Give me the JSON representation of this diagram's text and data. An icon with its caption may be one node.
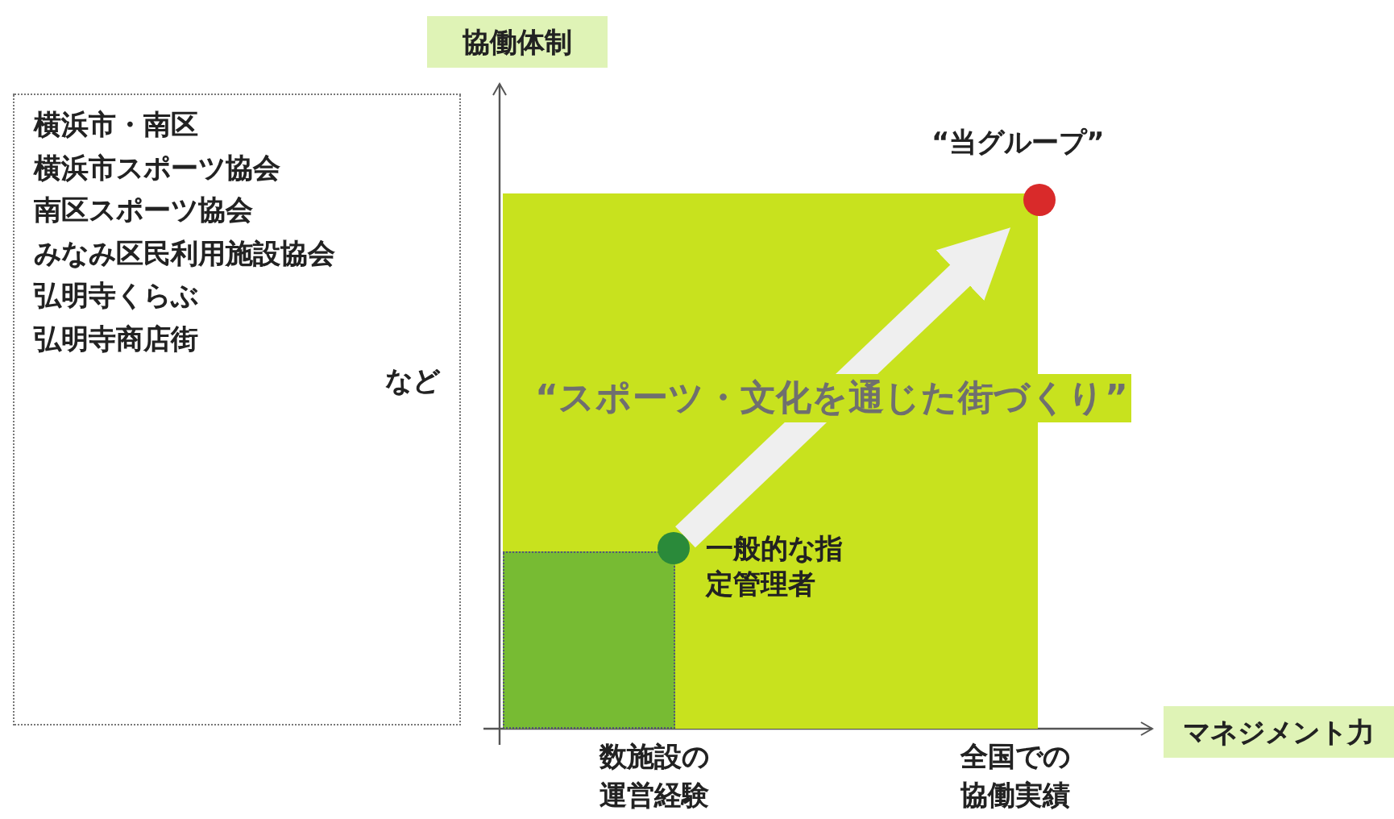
{
  "diagram": {
    "nodes": [
      {
        "text": [
          "横浜市・南区",
          "横浜市スポーツ協会",
          "南区スポーツ協会",
          "みなみ区民利用施設協会",
          "弘明寺くらぶ",
          "弘明寺商店街",
          "など"
        ]
      },
      {
        "text": [
          "協働体制"
        ]
      },
      {
        "text": [],
        "shape": "box"
      },
      {
        "text": [],
        "shape": "box",
        "in": 2
      },
      {
        "text": [],
        "shape": "circle",
        "beside": [
          "一般的な指定管理者"
        ],
        "in": 2
      },
      {
        "text": [],
        "shape": "circle",
        "beside": [
          "“当グループ”"
        ]
      },
      {
        "text": [
          "マネジメント力"
        ]
      }
    ],
    "edges": [
      {
        "from": 4,
        "to": 5,
        "arrow": "to",
        "label": "“スポーツ・文化を通じた街づくり”"
      }
    ],
    "labels": [
      "数施設の運営経験",
      "全国での協働実績"
    ]
  }
}
